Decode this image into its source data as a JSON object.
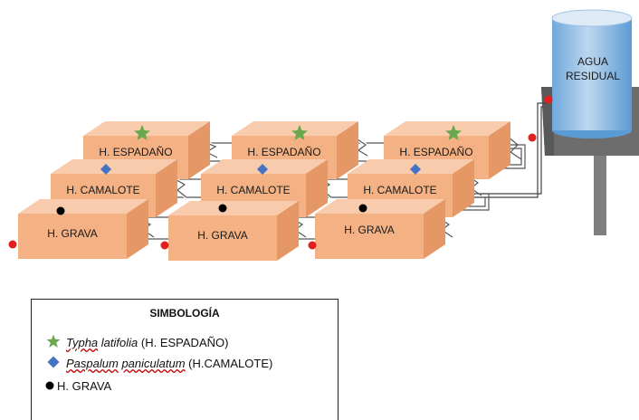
{
  "tank": {
    "line1": "AGUA",
    "line2": "RESIDUAL"
  },
  "boxes": {
    "espadano": "H. ESPADAÑO",
    "camalote": "H. CAMALOTE",
    "grava": "H. GRAVA"
  },
  "legend": {
    "title": "SIMBOLOGÍA",
    "row1_species": "Typha",
    "row1_species2": "latifolia",
    "row1_name": "(H. ESPADAÑO)",
    "row2_species": "Paspalum",
    "row2_species2": "paniculatum",
    "row2_name": "(H.CAMALOTE)",
    "row3_name": "H. GRAVA"
  },
  "colors": {
    "box_front": "#f4b183",
    "box_top": "#f8cbad",
    "box_side": "#e59866",
    "star": "#6aa84f",
    "diamond": "#4472c4",
    "dot": "#000000",
    "valve": "#e02020",
    "tank": "#9dc3e6",
    "stand": "#7f7f7f"
  },
  "icons": {
    "espadano_marker": "star-icon",
    "camalote_marker": "diamond-icon",
    "grava_marker": "dot-icon",
    "valve": "valve-icon"
  }
}
